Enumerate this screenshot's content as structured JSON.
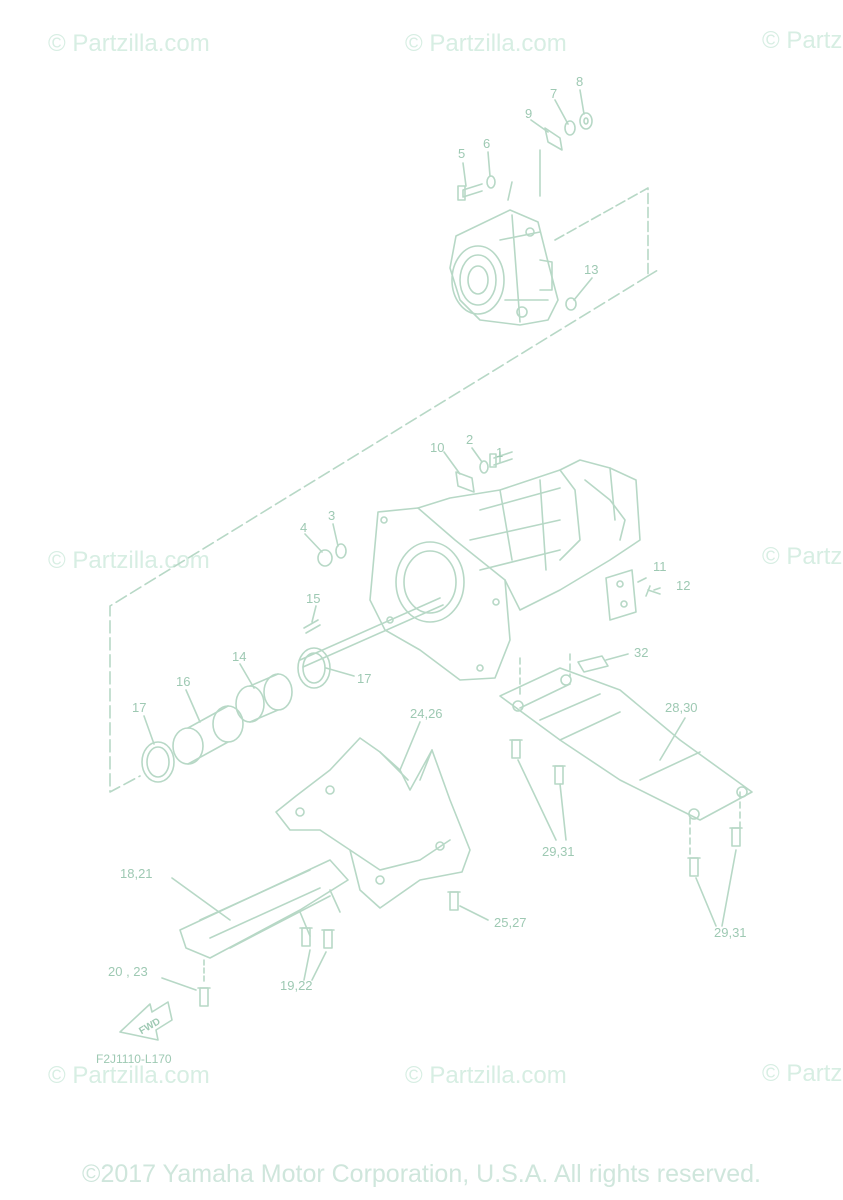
{
  "watermarks": [
    "© Partzilla.com",
    "© Partzilla.com",
    "© Partz",
    "© Partzilla.com",
    "© Partz",
    "© Partzilla.com",
    "© Partzilla.com",
    "© Partz"
  ],
  "callouts": {
    "c1": "1",
    "c2": "2",
    "c3": "3",
    "c4": "4",
    "c5": "5",
    "c6": "6",
    "c7": "7",
    "c8": "8",
    "c9": "9",
    "c10": "10",
    "c11": "11",
    "c12": "12",
    "c13": "13",
    "c14": "14",
    "c15": "15",
    "c16": "16",
    "c17a": "17",
    "c17b": "17",
    "c18_21": "18,21",
    "c19_22": "19,22",
    "c20_23": "20 , 23",
    "c24_26": "24,26",
    "c25_27": "25,27",
    "c28_30": "28,30",
    "c29_31a": "29,31",
    "c29_31b": "29,31",
    "c32": "32"
  },
  "diagram_code": "F2J1110-L170",
  "fwd_label": "FWD",
  "copyright": "©2017 Yamaha Motor Corporation, U.S.A. All rights reserved.",
  "colors": {
    "line": "#b7d8c6",
    "text": "#9ec9b3",
    "watermark": "#d7eee3"
  }
}
